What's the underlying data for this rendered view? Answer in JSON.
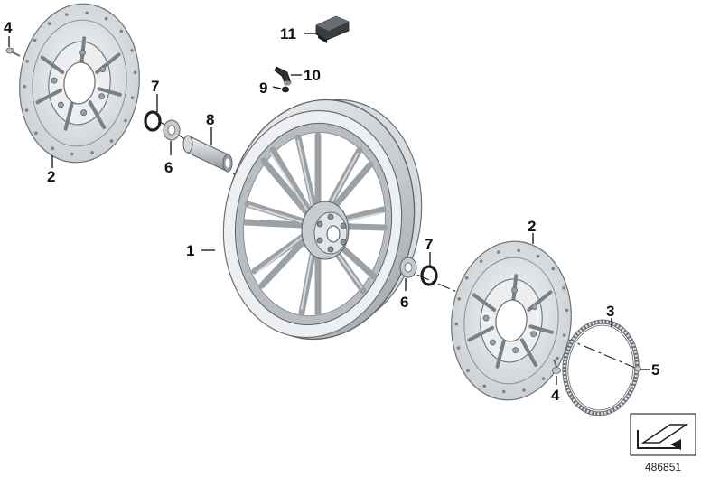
{
  "diagram": {
    "number": "486851",
    "callouts": {
      "wheel": "1",
      "brake_disc_left": "2",
      "brake_disc_right": "2",
      "abs_ring": "3",
      "screw_disc_left": "4",
      "screw_disc_right": "4",
      "screw_abs_ring": "5",
      "bearing_left": "6",
      "bearing_right": "6",
      "shaft_seal_left": "7",
      "shaft_seal_right": "7",
      "spacer_sleeve": "8",
      "valve_cap": "9",
      "tire_valve": "10",
      "tpms_sensor": "11"
    },
    "colors": {
      "metal_light": "#e4e6e8",
      "metal_mid": "#c4c8cc",
      "metal_dark": "#8a9096",
      "outline": "#5c6268",
      "text": "#111111"
    }
  }
}
